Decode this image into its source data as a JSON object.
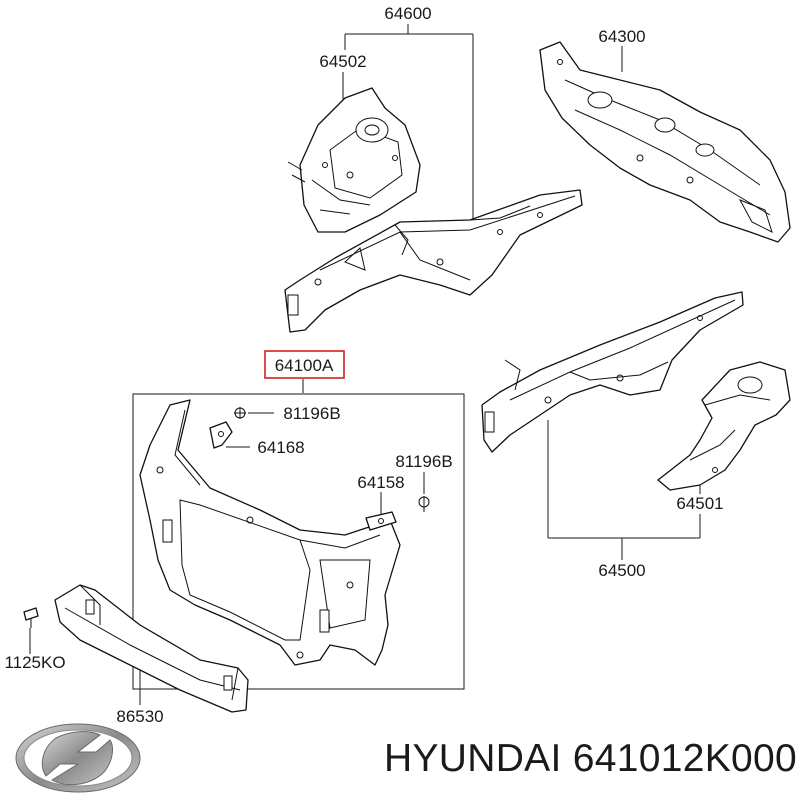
{
  "callouts": {
    "p64600": "64600",
    "p64502": "64502",
    "p64300": "64300",
    "p64100a": "64100A",
    "p81196b_top": "81196B",
    "p64168": "64168",
    "p81196b_right": "81196B",
    "p64158": "64158",
    "p64501": "64501",
    "p64500": "64500",
    "p1125ko": "1125KO",
    "p86530": "86530"
  },
  "highlight": {
    "label": "64100A",
    "box_color": "#d21f1f"
  },
  "brand": {
    "logo": "hyundai-logo",
    "caption": "HYUNDAI 641012K000"
  }
}
